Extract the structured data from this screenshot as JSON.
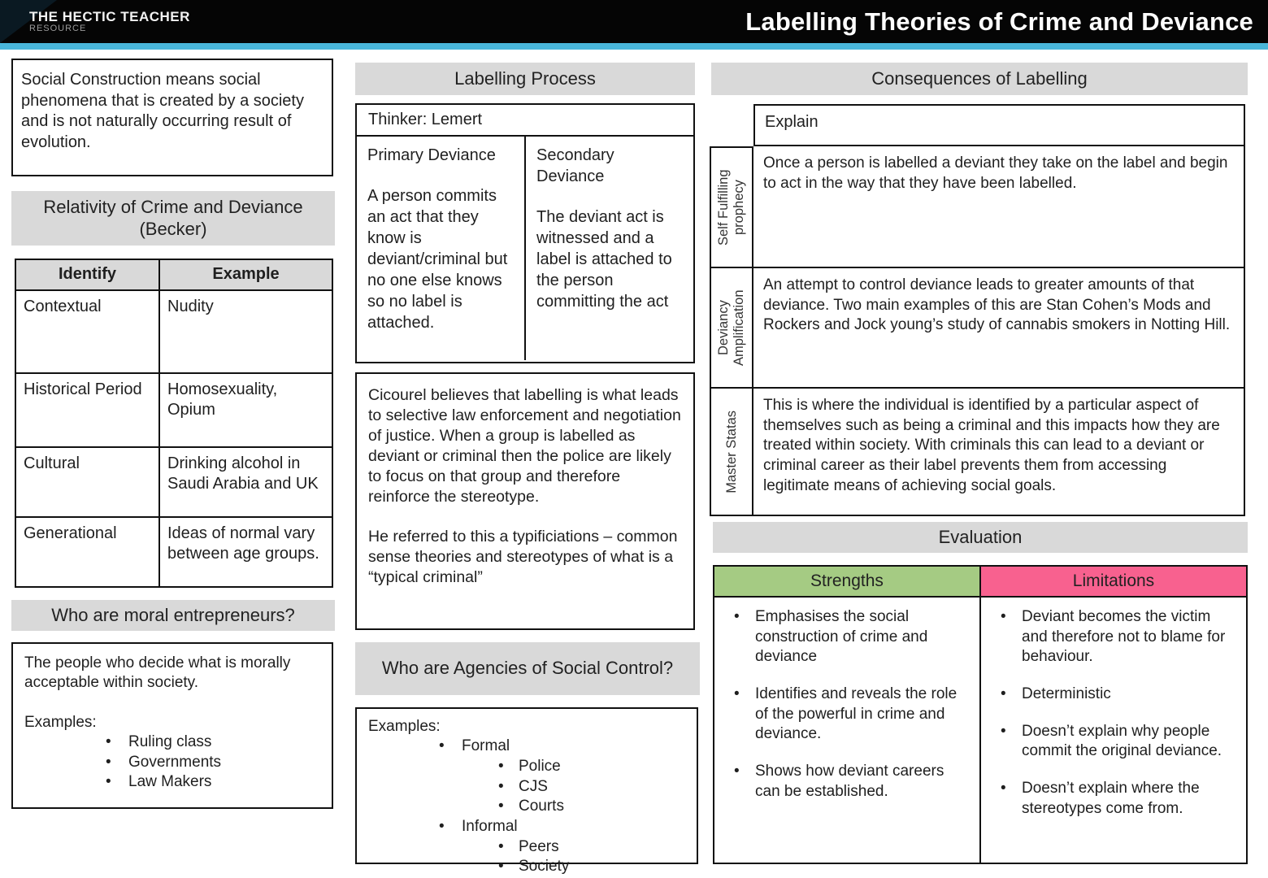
{
  "colors": {
    "accent_cyan": "#49b6da",
    "header_gray": "#d9d9d9",
    "strengths_green": "#a5cb83",
    "limitations_pink": "#f8618f",
    "topbar_black": "#050505"
  },
  "header": {
    "logo_line1": "THE HECTIC TEACHER",
    "logo_line2": "RESOURCE",
    "title": "Labelling Theories of Crime and Deviance"
  },
  "left": {
    "social_construction": "Social Construction  means social phenomena that is created by a society and is not naturally occurring result of evolution.",
    "relativity_header": "Relativity of Crime and Deviance (Becker)",
    "table": {
      "headers": [
        "Identify",
        "Example"
      ],
      "rows": [
        [
          "Contextual",
          "Nudity"
        ],
        [
          "Historical Period",
          "Homosexuality, Opium"
        ],
        [
          "Cultural",
          "Drinking alcohol in Saudi Arabia and UK"
        ],
        [
          "Generational",
          "Ideas of normal vary between age groups."
        ]
      ]
    },
    "moral_header": "Who are moral entrepreneurs?",
    "moral_text": "The people who decide what is morally acceptable within society.",
    "moral_examples_label": "Examples:",
    "moral_examples": [
      "Ruling class",
      "Governments",
      "Law Makers"
    ]
  },
  "middle": {
    "process_header": "Labelling Process",
    "thinker": "Thinker: Lemert",
    "primary_title": "Primary Deviance",
    "primary_text": "A person commits an act that they know is deviant/criminal but no one else knows so no label is attached.",
    "secondary_title": "Secondary Deviance",
    "secondary_text": "The deviant act is witnessed and a label is attached to the person committing the act",
    "cicourel_p1": "Cicourel believes that labelling is what leads to selective law enforcement and negotiation of justice. When a group is labelled as deviant or criminal then the police are likely to focus on that group and therefore reinforce the stereotype.",
    "cicourel_p2": "He referred to this a typificiations – common sense theories and stereotypes of what is a “typical criminal”",
    "agencies_header": "Who are Agencies of Social Control?",
    "agencies_examples_label": "Examples:",
    "agencies": [
      {
        "label": "Formal",
        "items": [
          "Police",
          "CJS",
          "Courts"
        ]
      },
      {
        "label": "Informal",
        "items": [
          "Peers",
          "Society"
        ]
      }
    ]
  },
  "right": {
    "consequences_header": "Consequences of Labelling",
    "explain_label": "Explain",
    "consequences": [
      {
        "label": "Self Fulfilling prophecy",
        "text": "Once a person is labelled a deviant they take on the label and begin to act in the way that they have been labelled."
      },
      {
        "label": "Deviancy Amplification",
        "text": "An attempt to control deviance leads to greater amounts of that deviance. Two main examples of this are Stan Cohen’s Mods and Rockers and Jock young’s study of cannabis smokers in Notting Hill."
      },
      {
        "label": "Master Statas",
        "text": "This is where the individual is identified by a particular aspect of themselves such as being a criminal and this impacts how they are treated within society. With criminals this can lead to a deviant or criminal career as their label prevents them from accessing legitimate means of achieving social goals."
      }
    ],
    "evaluation_header": "Evaluation",
    "strengths_header": "Strengths",
    "limitations_header": "Limitations",
    "strengths": [
      "Emphasises the social construction of crime and deviance",
      "Identifies and reveals the role of the powerful in crime and deviance.",
      "Shows how deviant careers can be established."
    ],
    "limitations": [
      "Deviant becomes the victim and therefore not to blame for behaviour.",
      "Deterministic",
      "Doesn’t explain why people commit the original deviance.",
      "Doesn’t explain where the stereotypes come from."
    ]
  }
}
